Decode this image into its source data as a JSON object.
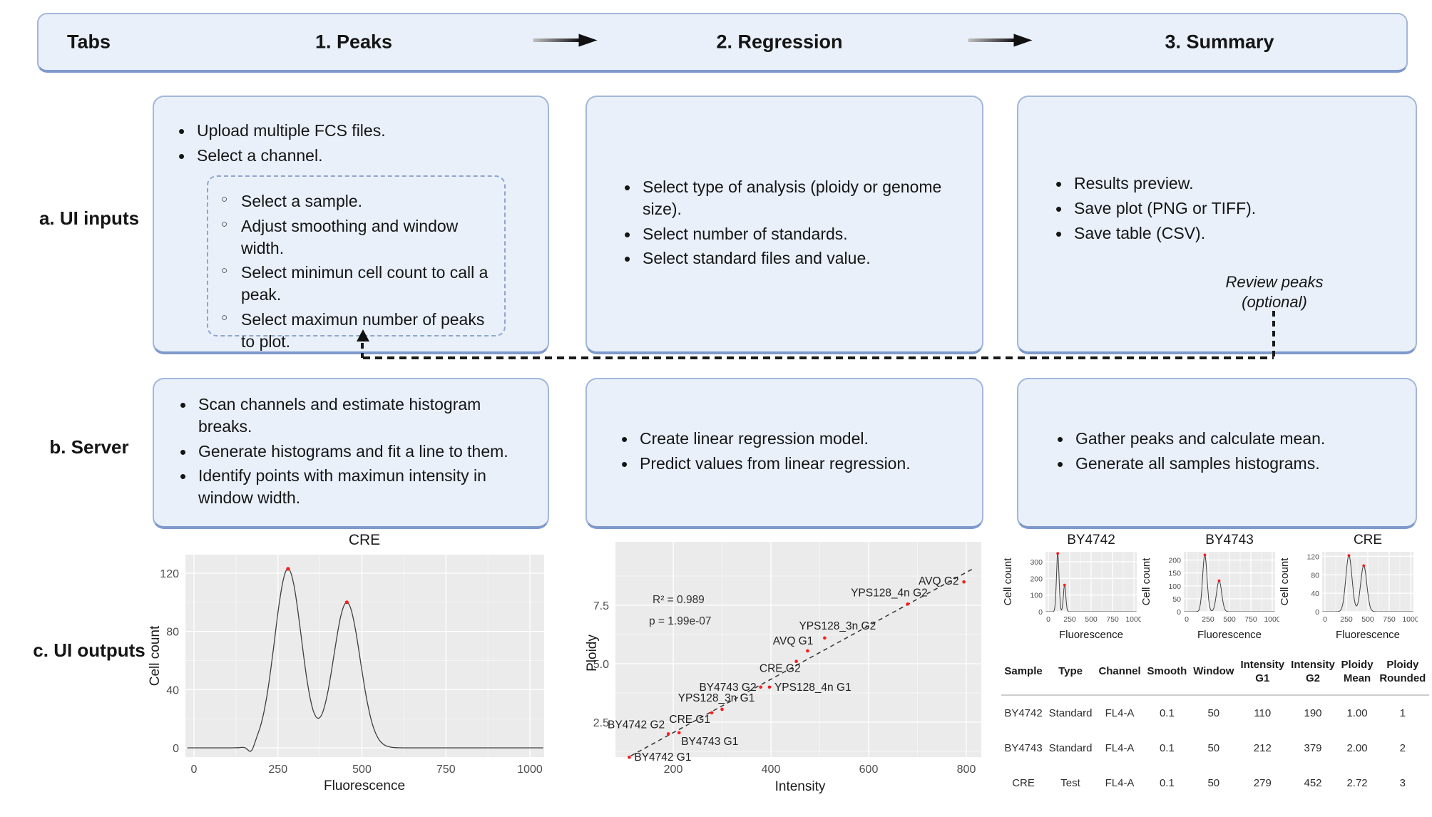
{
  "header": {
    "row_label": "Tabs",
    "tabs": [
      {
        "label": "1. Peaks"
      },
      {
        "label": "2. Regression"
      },
      {
        "label": "3. Summary"
      }
    ]
  },
  "row_labels": {
    "inputs": "a. UI inputs",
    "server": "b. Server",
    "outputs": "c. UI outputs"
  },
  "inputs": {
    "peaks": {
      "bullets": [
        "Upload multiple FCS files.",
        "Select a channel."
      ],
      "sub_bullets": [
        "Select a sample.",
        "Adjust smoothing and window width.",
        "Select minimun cell count to call a peak.",
        "Select maximun number of peaks to plot."
      ]
    },
    "regression": {
      "bullets": [
        "Select type of analysis (ploidy or genome size).",
        "Select number of standards.",
        "Select standard files and value."
      ]
    },
    "summary": {
      "bullets": [
        "Results preview.",
        "Save plot (PNG or TIFF).",
        "Save table (CSV)."
      ],
      "note_lines": [
        "Review peaks",
        "(optional)"
      ]
    }
  },
  "server": {
    "peaks": {
      "bullets": [
        "Scan channels and estimate histogram breaks.",
        "Generate histograms and fit a line to them.",
        "Identify points with maximun intensity in window width."
      ]
    },
    "regression": {
      "bullets": [
        "Create linear regression model.",
        "Predict values from linear regression."
      ]
    },
    "summary": {
      "bullets": [
        "Gather peaks and calculate mean.",
        "Generate all samples histograms."
      ]
    }
  },
  "colors": {
    "box_fill": "#e9f0fa",
    "box_border": "#a3b7db",
    "box_border_bottom": "#7e99cc",
    "dashed_box_border": "#8ea6cf",
    "panel_bg": "#ebebeb",
    "grid_major": "#ffffff",
    "curve": "#3f3f3f",
    "peak_point": "#ff1a1a",
    "connector": "#1a1a1a",
    "axis_text": "#4d4d4d"
  },
  "chart_data": [
    {
      "id": "cre-histogram",
      "type": "line",
      "title": "CRE",
      "xlabel": "Fluorescence",
      "ylabel": "Cell count",
      "xlim": [
        0,
        1000
      ],
      "ylim": [
        0,
        130
      ],
      "xticks": [
        0,
        250,
        500,
        750,
        1000
      ],
      "yticks": [
        0,
        40,
        80,
        120
      ],
      "grid": true,
      "components": [
        {
          "x": 280,
          "a": 123,
          "s": 40
        },
        {
          "x": 455,
          "a": 100,
          "s": 40
        },
        {
          "x": 170,
          "a": -5,
          "s": 9
        }
      ],
      "peaks": [
        {
          "x": 280,
          "y": 123
        },
        {
          "x": 455,
          "y": 100
        }
      ]
    },
    {
      "id": "ploidy-regression",
      "type": "scatter",
      "xlabel": "Intensity",
      "ylabel": "Ploidy",
      "xticks": [
        200,
        400,
        600,
        800
      ],
      "yticks": [
        2.5,
        5.0,
        7.5
      ],
      "annotations": [
        "R² = 0.989",
        "p = 1.99e-07"
      ],
      "trendline": "dashed",
      "points": [
        {
          "label": "BY4742 G1",
          "x": 110,
          "y": 1.0,
          "anchor": "start",
          "dx": 7,
          "dy": 5
        },
        {
          "label": "BY4742 G2",
          "x": 190,
          "y": 2.0,
          "anchor": "end",
          "dx": -5,
          "dy": -8
        },
        {
          "label": "BY4743 G1",
          "x": 212,
          "y": 2.05,
          "anchor": "start",
          "dx": 3,
          "dy": 17
        },
        {
          "label": "CRE G1",
          "x": 279,
          "y": 2.9,
          "anchor": "end",
          "dx": -2,
          "dy": 14
        },
        {
          "label": "YPS128_3n G1",
          "x": 300,
          "y": 3.05,
          "anchor": "middle",
          "dx": -8,
          "dy": -11
        },
        {
          "label": "BY4743 G2",
          "x": 379,
          "y": 4.0,
          "anchor": "end",
          "dx": -6,
          "dy": 5
        },
        {
          "label": "YPS128_4n G1",
          "x": 397,
          "y": 4.0,
          "anchor": "start",
          "dx": 7,
          "dy": 5
        },
        {
          "label": "CRE G2",
          "x": 452,
          "y": 5.1,
          "anchor": "end",
          "dx": 6,
          "dy": 15
        },
        {
          "label": "AVQ G1",
          "x": 475,
          "y": 5.55,
          "anchor": "end",
          "dx": 8,
          "dy": -9
        },
        {
          "label": "YPS128_3n G2",
          "x": 510,
          "y": 6.1,
          "anchor": "middle",
          "dx": 18,
          "dy": -12
        },
        {
          "label": "YPS128_4n G2",
          "x": 680,
          "y": 7.55,
          "anchor": "end",
          "dx": 28,
          "dy": -11
        },
        {
          "label": "AVQ G2",
          "x": 795,
          "y": 8.5,
          "anchor": "end",
          "dx": -7,
          "dy": 4
        }
      ]
    },
    {
      "id": "sample-histograms",
      "type": "line",
      "xlabel": "Fluorescence",
      "ylabel": "Cell count",
      "xticks": [
        0,
        250,
        500,
        750,
        1000
      ],
      "charts": [
        {
          "title": "BY4742",
          "yticks": [
            0,
            100,
            200,
            300
          ],
          "ymax": 360,
          "components": [
            {
              "x": 110,
              "a": 350,
              "s": 15
            },
            {
              "x": 190,
              "a": 160,
              "s": 14
            }
          ],
          "peaks": [
            {
              "x": 110,
              "y": 350
            },
            {
              "x": 190,
              "y": 160
            }
          ]
        },
        {
          "title": "BY4743",
          "yticks": [
            0,
            50,
            100,
            150,
            200
          ],
          "ymax": 232,
          "components": [
            {
              "x": 212,
              "a": 220,
              "s": 26
            },
            {
              "x": 379,
              "a": 120,
              "s": 30
            }
          ],
          "peaks": [
            {
              "x": 212,
              "y": 220
            },
            {
              "x": 379,
              "y": 120
            }
          ]
        },
        {
          "title": "CRE",
          "yticks": [
            0,
            40,
            80,
            120
          ],
          "ymax": 130,
          "components": [
            {
              "x": 279,
              "a": 122,
              "s": 36
            },
            {
              "x": 452,
              "a": 100,
              "s": 36
            }
          ],
          "peaks": [
            {
              "x": 279,
              "y": 122
            },
            {
              "x": 452,
              "y": 100
            }
          ]
        }
      ]
    },
    {
      "id": "results-table",
      "type": "table",
      "columns": [
        "Sample",
        "Type",
        "Channel",
        "Smooth",
        "Window",
        "Intensity\nG1",
        "Intensity\nG2",
        "Ploidy\nMean",
        "Ploidy\nRounded"
      ],
      "rows": [
        [
          "BY4742",
          "Standard",
          "FL4-A",
          "0.1",
          "50",
          "110",
          "190",
          "1.00",
          "1"
        ],
        [
          "BY4743",
          "Standard",
          "FL4-A",
          "0.1",
          "50",
          "212",
          "379",
          "2.00",
          "2"
        ],
        [
          "CRE",
          "Test",
          "FL4-A",
          "0.1",
          "50",
          "279",
          "452",
          "2.72",
          "3"
        ]
      ]
    }
  ]
}
